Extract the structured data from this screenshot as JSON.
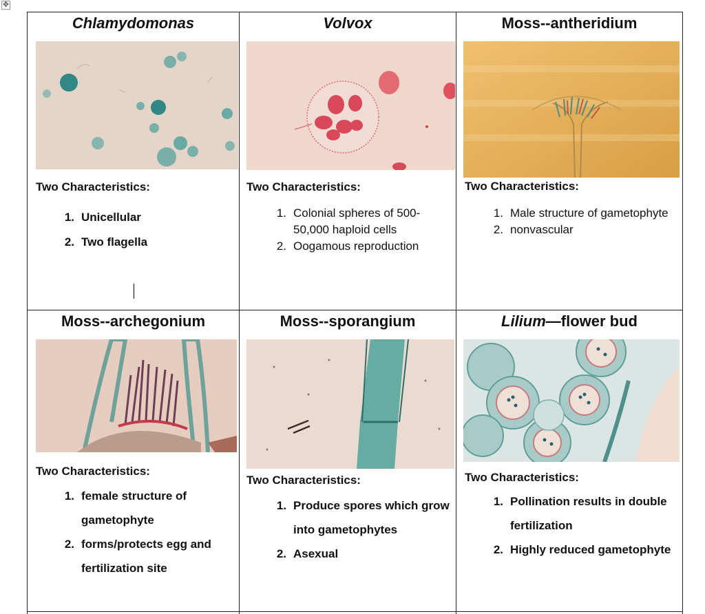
{
  "cells": [
    {
      "title": "Chlamydomonas",
      "heading": "Two Characteristics:",
      "items": [
        "Unicellular",
        "Two flagella"
      ]
    },
    {
      "title": "Volvox",
      "heading": "Two Characteristics:",
      "items": [
        "Colonial spheres of 500-50,000 haploid cells",
        "Oogamous reproduction"
      ]
    },
    {
      "title": "Moss--antheridium",
      "heading": "Two Characteristics:",
      "items": [
        "Male structure of gametophyte",
        "nonvascular"
      ]
    },
    {
      "title": "Moss--archegonium",
      "heading": "Two Characteristics:",
      "items": [
        "female structure of gametophyte",
        "forms/protects egg and fertilization site"
      ]
    },
    {
      "title": "Moss--sporangium",
      "heading": "Two Characteristics:",
      "items": [
        "Produce spores which grow into gametophytes",
        "Asexual"
      ]
    },
    {
      "title_italic": "Lilium",
      "title_rest": "—flower bud",
      "heading": "Two Characteristics:",
      "items": [
        "Pollination results in double fertilization",
        "Highly reduced gametophyte"
      ]
    }
  ],
  "numbers": [
    "1.",
    "2."
  ],
  "handle_glyph": "✥",
  "colors": {
    "stain_teal": "#2e8f8c",
    "stain_red": "#d9485a",
    "background_beige": "#e8d6c8",
    "antheridium_gold": "#e3b25c"
  }
}
